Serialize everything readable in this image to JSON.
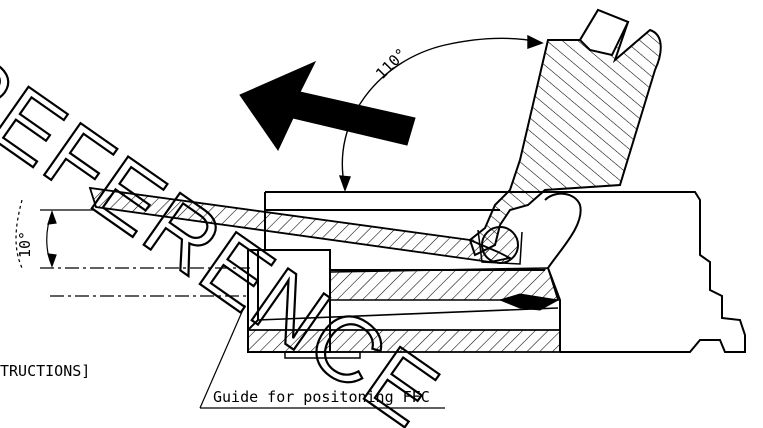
{
  "drawing": {
    "angle_top_label": "110°",
    "angle_left_label": "10°",
    "watermark_text": "REFERENCE",
    "instructions_fragment": "TRUCTIONS]",
    "guide_callout": "Guide for positoning FFC"
  },
  "colors": {
    "line": "#000000",
    "background": "#ffffff"
  }
}
